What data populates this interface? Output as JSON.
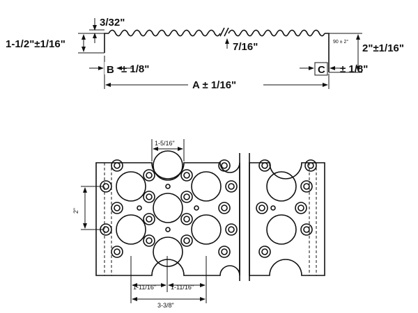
{
  "side_view": {
    "dim_top_thickness": "3/32\"",
    "dim_left_height": "1-1/2\"±1/16\"",
    "dim_right_height": "2\"±1/16\"",
    "dim_lip": "7/16\"",
    "dim_angle": "90 ± 2°",
    "label_b": "B",
    "tol_b": "± 1/8\"",
    "label_c": "C",
    "tol_c": "± 1/8\"",
    "dim_overall": "A ± 1/16\""
  },
  "plan_view": {
    "dim_hole_width": "1-5/16\"",
    "dim_vertical_pitch": "2\"",
    "dim_half_pitch_left": "1-11/16\"",
    "dim_half_pitch_right": "1-11/16\"",
    "dim_pitch": "3-3/8\""
  }
}
